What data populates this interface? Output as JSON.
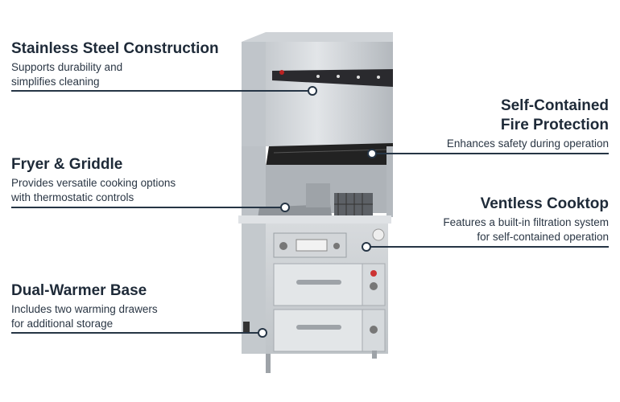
{
  "features": [
    {
      "id": "stainless",
      "title": "Stainless Steel Construction",
      "lines": [
        "Supports durability and",
        "simplifies cleaning"
      ]
    },
    {
      "id": "fire",
      "title_lines": [
        "Self-Contained",
        "Fire Protection"
      ],
      "lines": [
        "Enhances safety during operation"
      ]
    },
    {
      "id": "fryer",
      "title": "Fryer & Griddle",
      "lines": [
        "Provides versatile cooking options",
        "with thermostatic controls"
      ]
    },
    {
      "id": "ventless",
      "title": "Ventless Cooktop",
      "lines": [
        "Features a built-in filtration system",
        "for self-contained operation"
      ]
    },
    {
      "id": "warmer",
      "title": "Dual-Warmer Base",
      "lines": [
        "Includes two warming drawers",
        "for additional storage"
      ]
    }
  ],
  "icons": {
    "callout_marker": "ring-dot-icon"
  },
  "colors": {
    "text": "#1e2a38",
    "line": "#263545",
    "steel": "#c9cdd1",
    "panel": "#2a2a2e"
  }
}
